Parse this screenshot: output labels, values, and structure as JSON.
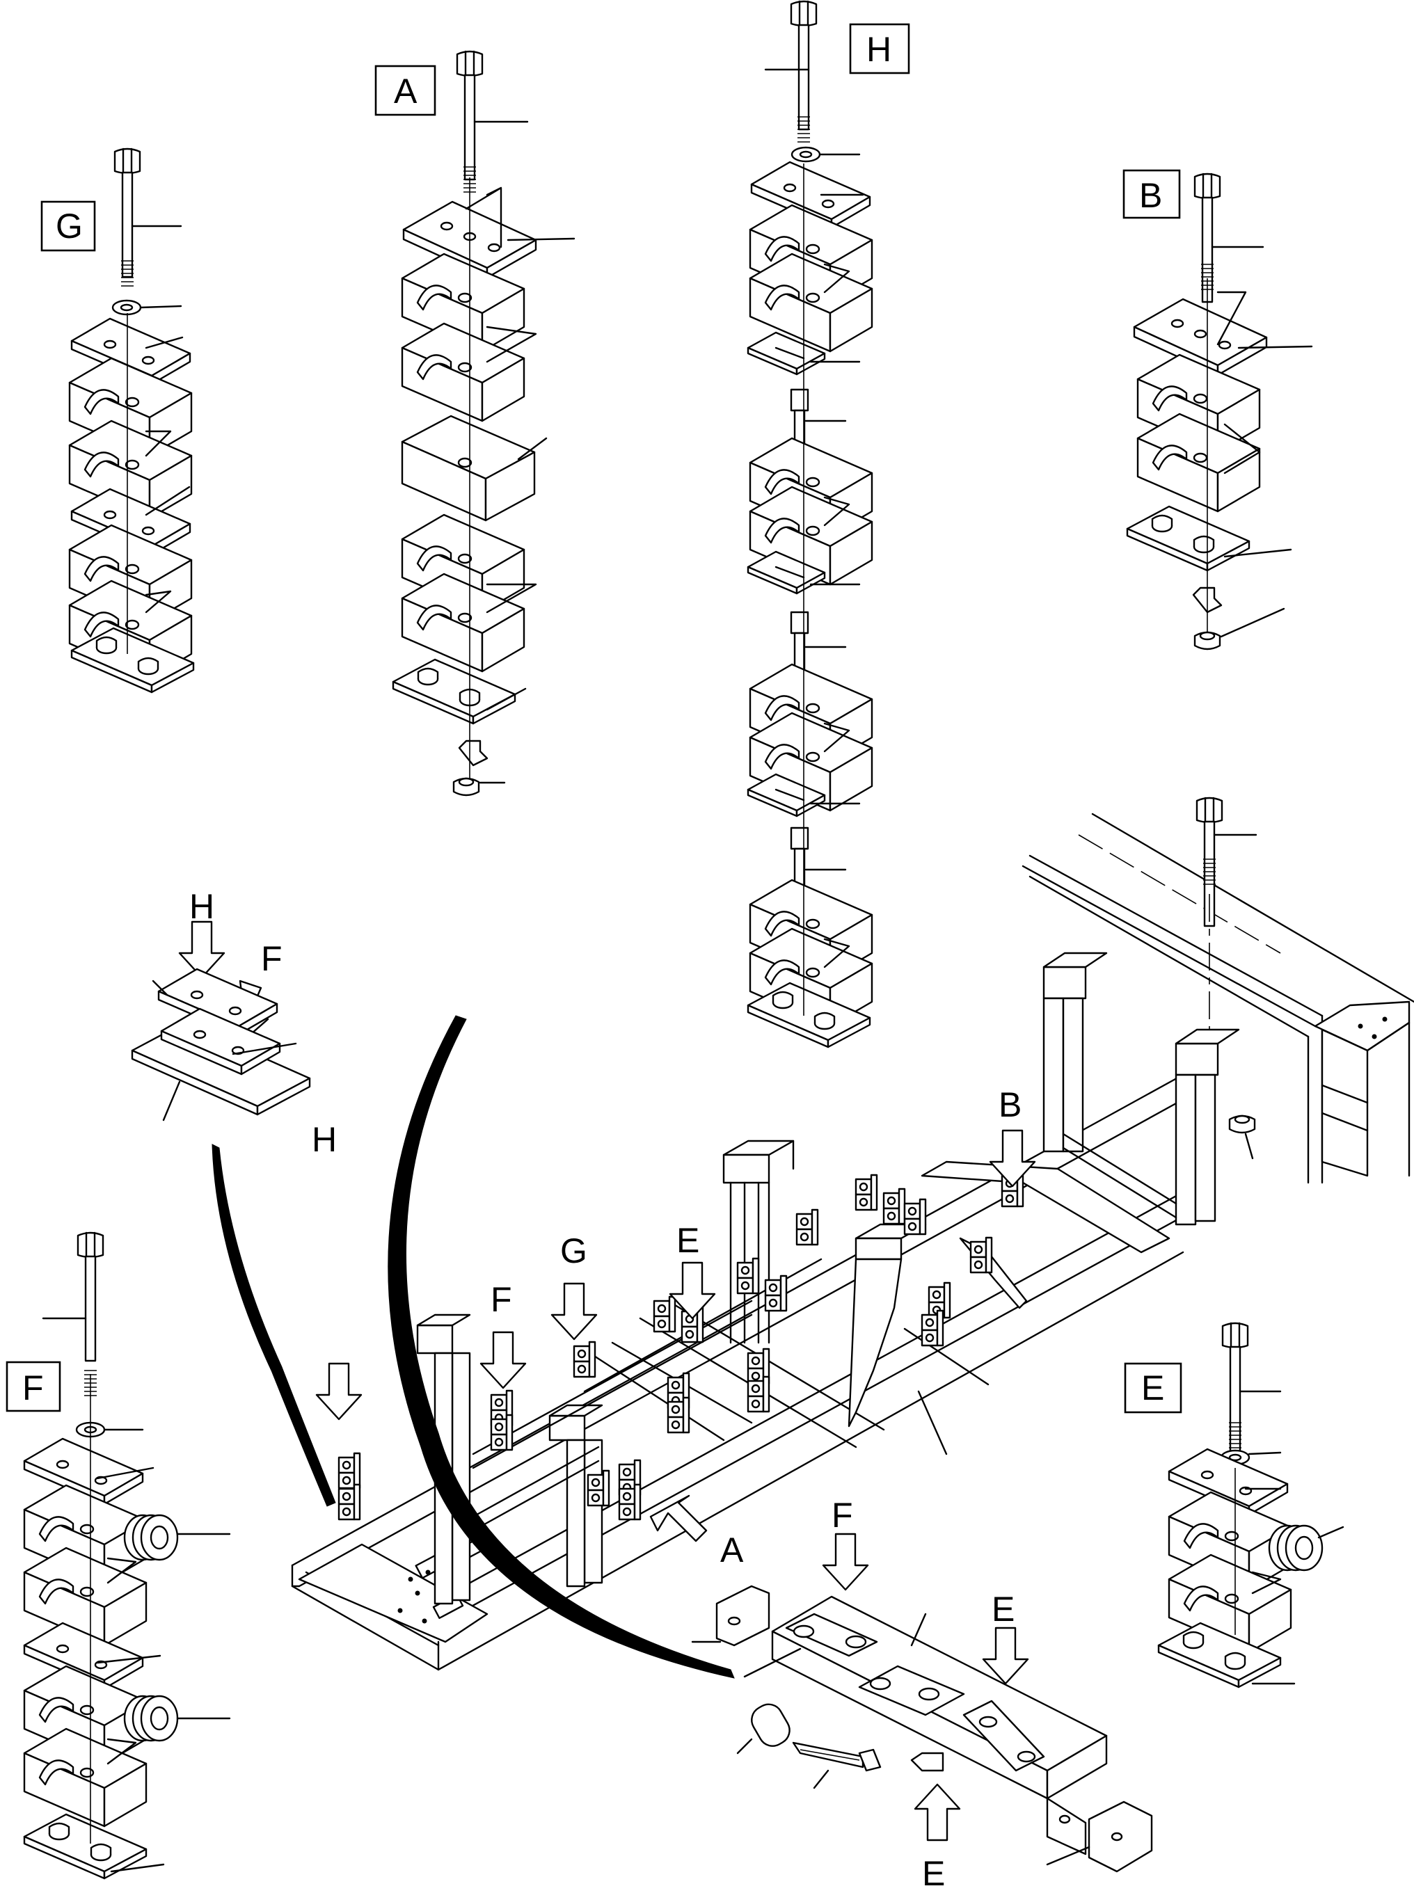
{
  "labels": {
    "A": "A",
    "B": "B",
    "E": "E",
    "F": "F",
    "G": "G",
    "H": "H"
  }
}
